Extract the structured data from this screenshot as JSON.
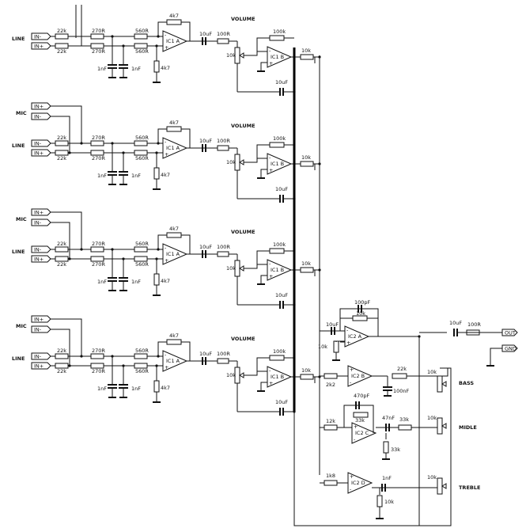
{
  "channels": [
    {
      "line_label": "LINE",
      "inputs": [
        "IN-",
        "IN+"
      ],
      "volume_label": "VOLUME",
      "parts": {
        "r_in": "22k",
        "r_mid": "270R",
        "r_out": "560R",
        "c1": "1nF",
        "c2": "1nF",
        "r_fb": "4k7",
        "r_gnd": "4k7",
        "opamp_a": "IC1 A",
        "c_out": "10uF",
        "r_series": "100R",
        "pot": "10k",
        "r_fb_b": "100k",
        "opamp_b": "IC1 B",
        "c_fb": "10uF",
        "r_mix": "10k"
      }
    },
    {
      "mic_label": "MIC",
      "line_label": "LINE",
      "mic_inputs": [
        "IN+",
        "IN-"
      ],
      "inputs": [
        "IN-",
        "IN+"
      ],
      "volume_label": "VOLUME",
      "parts": {
        "r_in": "22k",
        "r_mid": "270R",
        "r_out": "560R",
        "c1": "1nF",
        "c2": "1nF",
        "r_fb": "4k7",
        "r_gnd": "4k7",
        "opamp_a": "IC1 A",
        "c_out": "10uF",
        "r_series": "100R",
        "pot": "10k",
        "r_fb_b": "100k",
        "opamp_b": "IC1 B",
        "c_fb": "10uF",
        "r_mix": "10k"
      }
    },
    {
      "mic_label": "MIC",
      "line_label": "LINE",
      "mic_inputs": [
        "IN+",
        "IN-"
      ],
      "inputs": [
        "IN-",
        "IN+"
      ],
      "volume_label": "VOLUME",
      "parts": {
        "r_in": "22k",
        "r_mid": "270R",
        "r_out": "560R",
        "c1": "1nF",
        "c2": "1nF",
        "r_fb": "4k7",
        "r_gnd": "4k7",
        "opamp_a": "IC1 A",
        "c_out": "10uF",
        "r_series": "100R",
        "pot": "10k",
        "r_fb_b": "100k",
        "opamp_b": "IC1 B",
        "c_fb": "10uF",
        "r_mix": "10k"
      }
    },
    {
      "mic_label": "MIC",
      "line_label": "LINE",
      "mic_inputs": [
        "IN+",
        "IN-"
      ],
      "inputs": [
        "IN-",
        "IN+"
      ],
      "volume_label": "VOLUME",
      "parts": {
        "r_in": "22k",
        "r_mid": "270R",
        "r_out": "560R",
        "c1": "1nF",
        "c2": "1nF",
        "r_fb": "4k7",
        "r_gnd": "4k7",
        "opamp_a": "IC1 A",
        "c_out": "10uF",
        "r_series": "100R",
        "pot": "10k",
        "r_fb_b": "100k",
        "opamp_b": "IC1 B",
        "c_fb": "10uF",
        "r_mix": "10k"
      }
    }
  ],
  "mixer": {
    "c_in": "10uF",
    "c_fb": "100pF",
    "r_fb": "10k",
    "r_gnd": "10k",
    "opamp": "IC2 A",
    "c_out": "10uF",
    "r_out": "100R",
    "out_label": "OUT",
    "gnd_label": "GND"
  },
  "tone": {
    "bass": {
      "label": "BASS",
      "r_in": "2k2",
      "opamp": "IC2 B",
      "r_out": "22k",
      "cap": "100nF",
      "pot": "10k"
    },
    "middle": {
      "label": "MIDLE",
      "r_in": "12k",
      "opamp": "IC2 C",
      "c_fb": "470pF",
      "r_fb": "33k",
      "c_out": "47nF",
      "r_out": "33k",
      "r_gnd": "33k",
      "pot": "10k"
    },
    "treble": {
      "label": "TREBLE",
      "r_in": "1k8",
      "opamp": "IC2 D",
      "c_out": "1nF",
      "r_gnd": "10k",
      "pot": "10k"
    }
  }
}
